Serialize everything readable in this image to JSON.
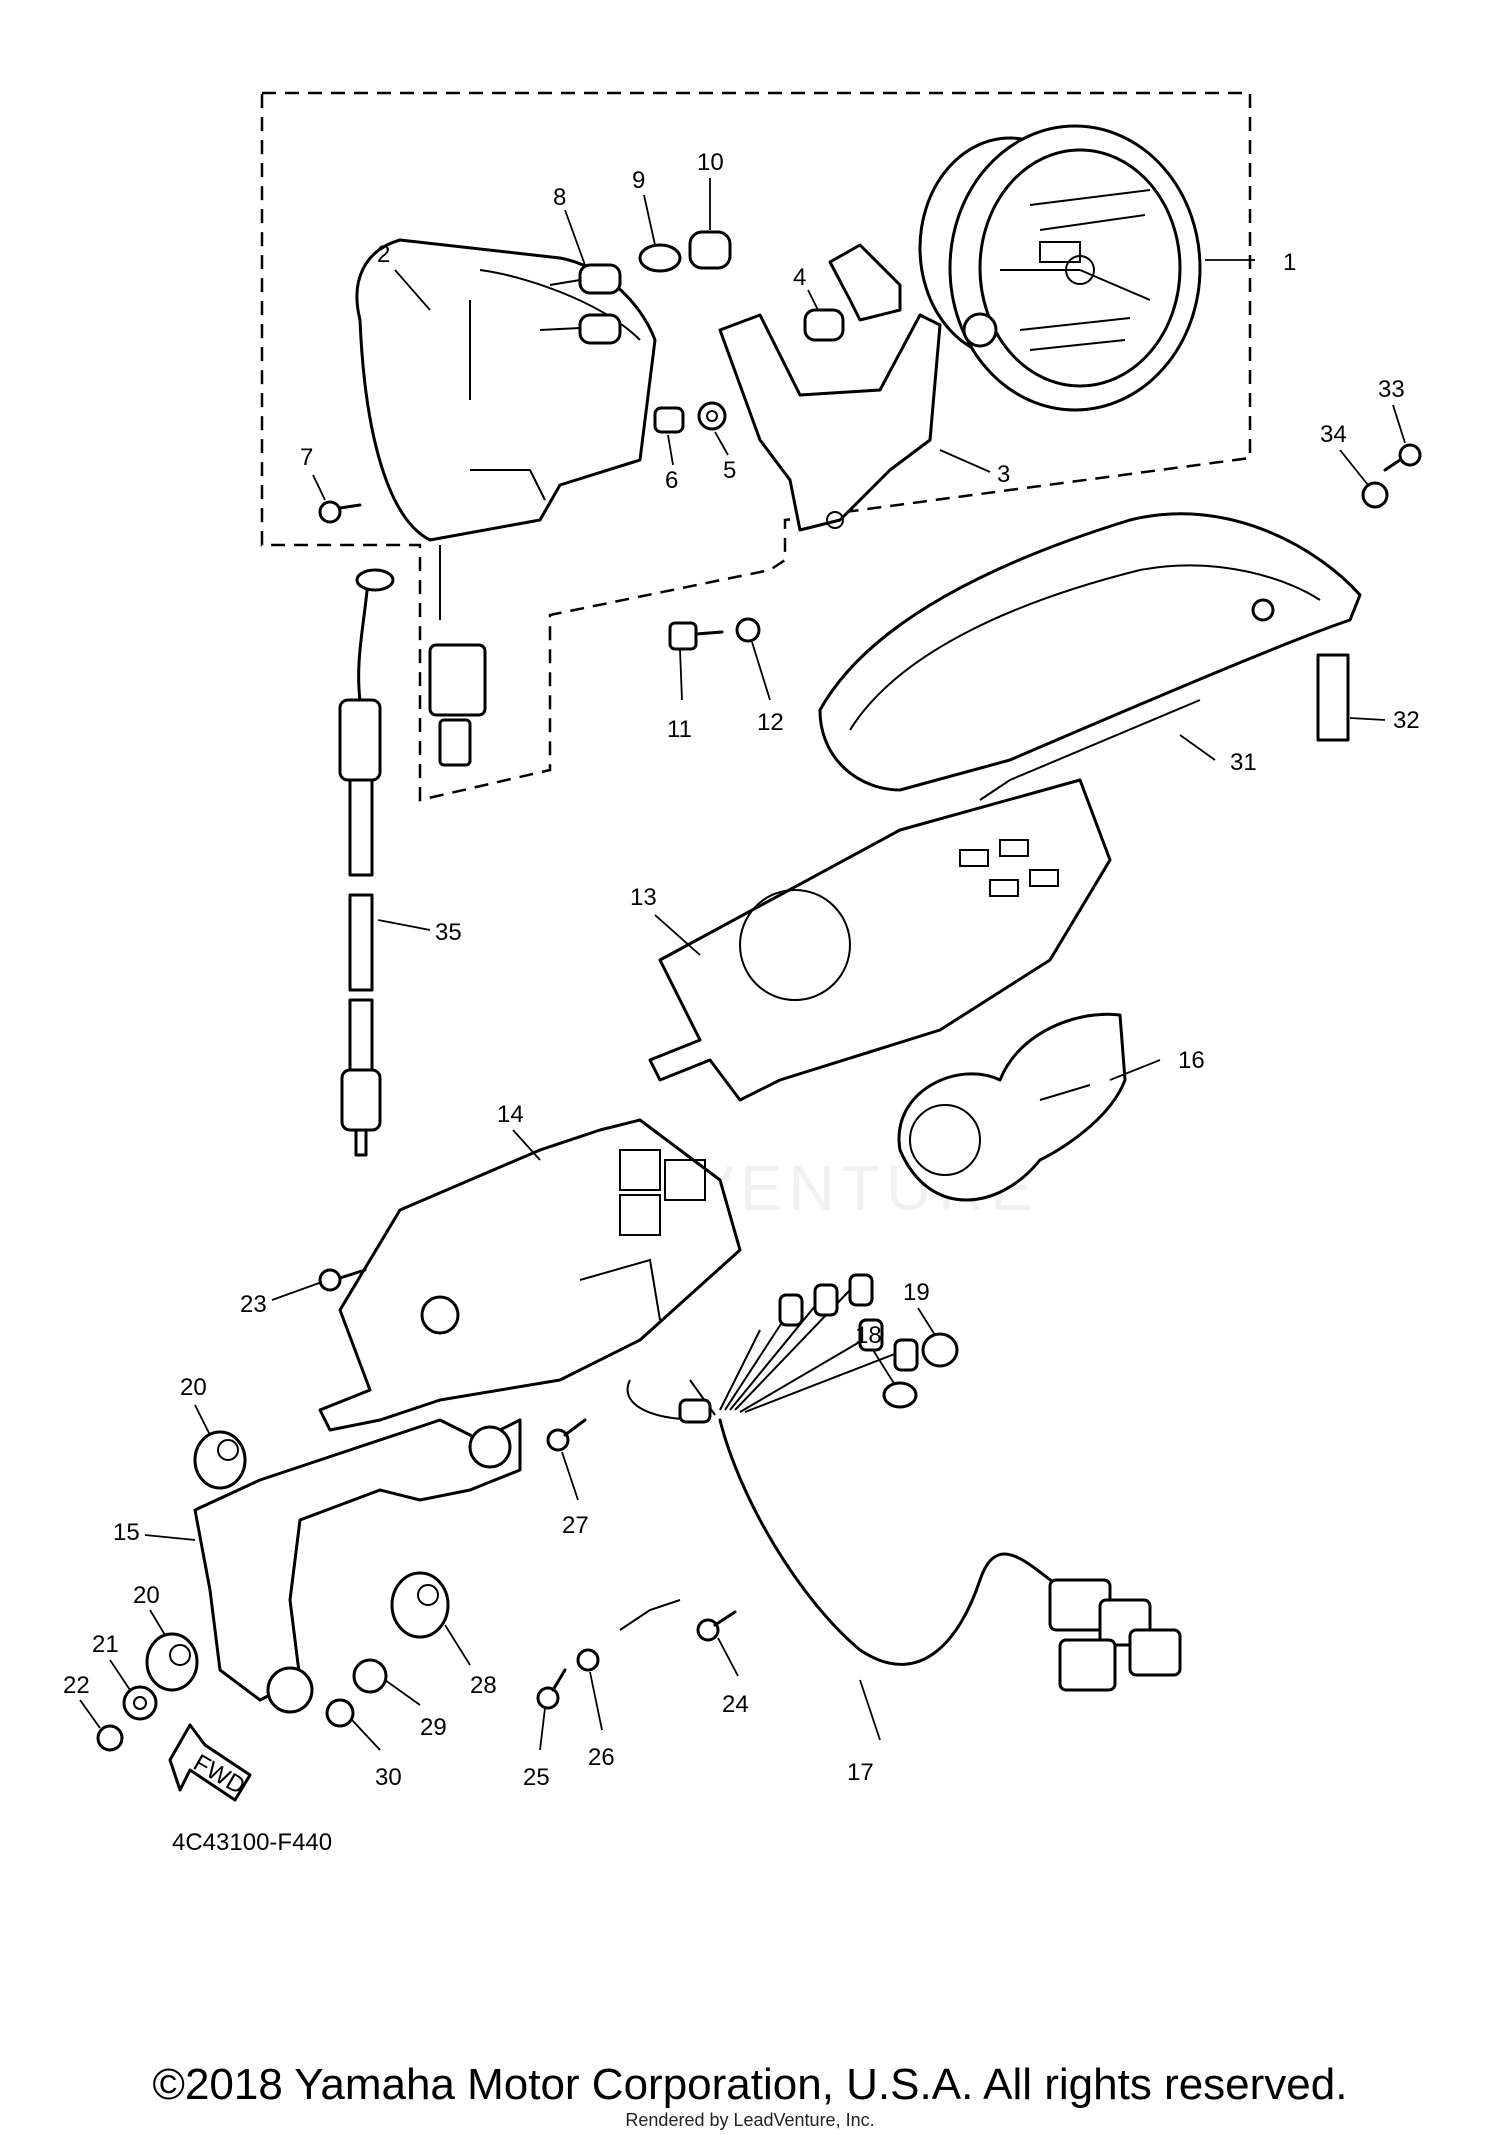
{
  "diagram": {
    "drawing_code": "4C43100-F440",
    "fwd_label": "FWD",
    "watermark": "LEADVENTURE",
    "callouts": [
      "1",
      "2",
      "3",
      "4",
      "5",
      "6",
      "7",
      "8",
      "9",
      "10",
      "11",
      "12",
      "13",
      "14",
      "15",
      "16",
      "17",
      "18",
      "19",
      "20",
      "20",
      "21",
      "22",
      "23",
      "24",
      "25",
      "26",
      "27",
      "28",
      "29",
      "30",
      "31",
      "32",
      "33",
      "34",
      "35"
    ]
  },
  "footer": {
    "copyright": "©2018 Yamaha Motor Corporation, U.S.A. All rights reserved.",
    "rendered_by": "Rendered by LeadVenture, Inc."
  }
}
